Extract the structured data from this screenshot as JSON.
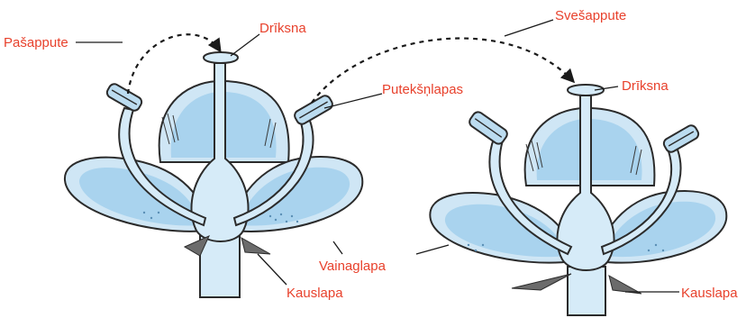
{
  "labels": {
    "self_pollination": "Pašappute",
    "stigma_left": "Drīksna",
    "cross_pollination": "Svešappute",
    "stamens": "Putekšņlapas",
    "stigma_right": "Drīksna",
    "petal": "Vainaglapa",
    "sepal_left": "Kauslapa",
    "sepal_right": "Kauslapa"
  },
  "colors": {
    "label_text": "#e8412c",
    "flower_fill": "#cfe6f5",
    "flower_shade": "#a9d3ee",
    "outline": "#2b2b2b"
  }
}
